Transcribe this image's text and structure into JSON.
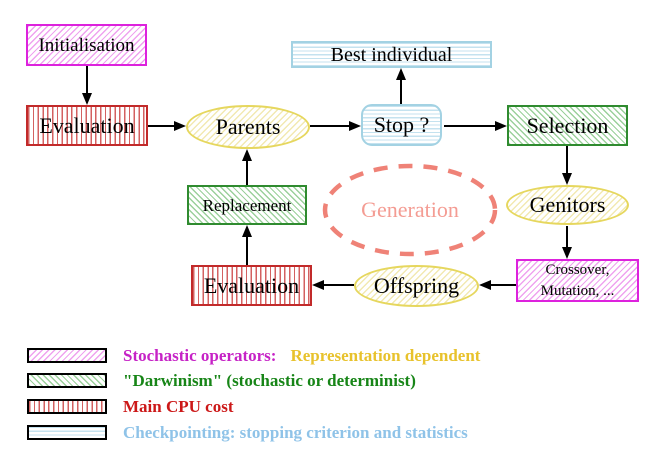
{
  "diagram": {
    "nodes": {
      "initialisation": {
        "label": "Initialisation",
        "pattern": "magenta-diagonal-hatch"
      },
      "evaluation_top": {
        "label": "Evaluation",
        "pattern": "red-vertical-stripes"
      },
      "parents": {
        "label": "Parents",
        "pattern": "yellow-diagonal-hatch"
      },
      "best_individual": {
        "label": "Best individual",
        "pattern": "cyan-horizontal-stripes"
      },
      "stop": {
        "label": "Stop ?",
        "pattern": "cyan-horizontal-stripes"
      },
      "selection": {
        "label": "Selection",
        "pattern": "green-diagonal-hatch"
      },
      "genitors": {
        "label": "Genitors",
        "pattern": "yellow-diagonal-hatch"
      },
      "crossover_mutation": {
        "line1": "Crossover,",
        "line2": "Mutation, ...",
        "pattern": "magenta-diagonal-hatch"
      },
      "offspring": {
        "label": "Offspring",
        "pattern": "yellow-diagonal-hatch"
      },
      "evaluation_bottom": {
        "label": "Evaluation",
        "pattern": "red-vertical-stripes"
      },
      "replacement": {
        "label": "Replacement",
        "pattern": "green-diagonal-hatch"
      },
      "generation": {
        "label": "Generation",
        "pattern": "salmon-dashed-ellipse"
      }
    },
    "legend": {
      "items": [
        {
          "label": "Stochastic operators:",
          "label2": "Representation dependent",
          "label_color": "#c622c6",
          "label2_color": "#e8c22c",
          "swatch": "magenta-diagonal-hatch"
        },
        {
          "label": "\"Darwinism\" (stochastic or determinist)",
          "label_color": "#178517",
          "swatch": "green-diagonal-hatch"
        },
        {
          "label": "Main CPU cost",
          "label_color": "#cc1818",
          "swatch": "red-vertical-stripes"
        },
        {
          "label": "Checkpointing: stopping criterion and statistics",
          "label_color": "#8fc3e8",
          "swatch": "cyan-horizontal-stripes"
        }
      ]
    },
    "colors": {
      "stochastic_magenta": "#dd22dd",
      "darwinism_green": "#2f8b2f",
      "cpu_red": "#c22a2a",
      "checkpoint_cyan": "#a3d2e3",
      "operator_yellow": "#e6d75e",
      "generation_salmon": "#ef8277",
      "arrow_black": "#000000"
    }
  }
}
